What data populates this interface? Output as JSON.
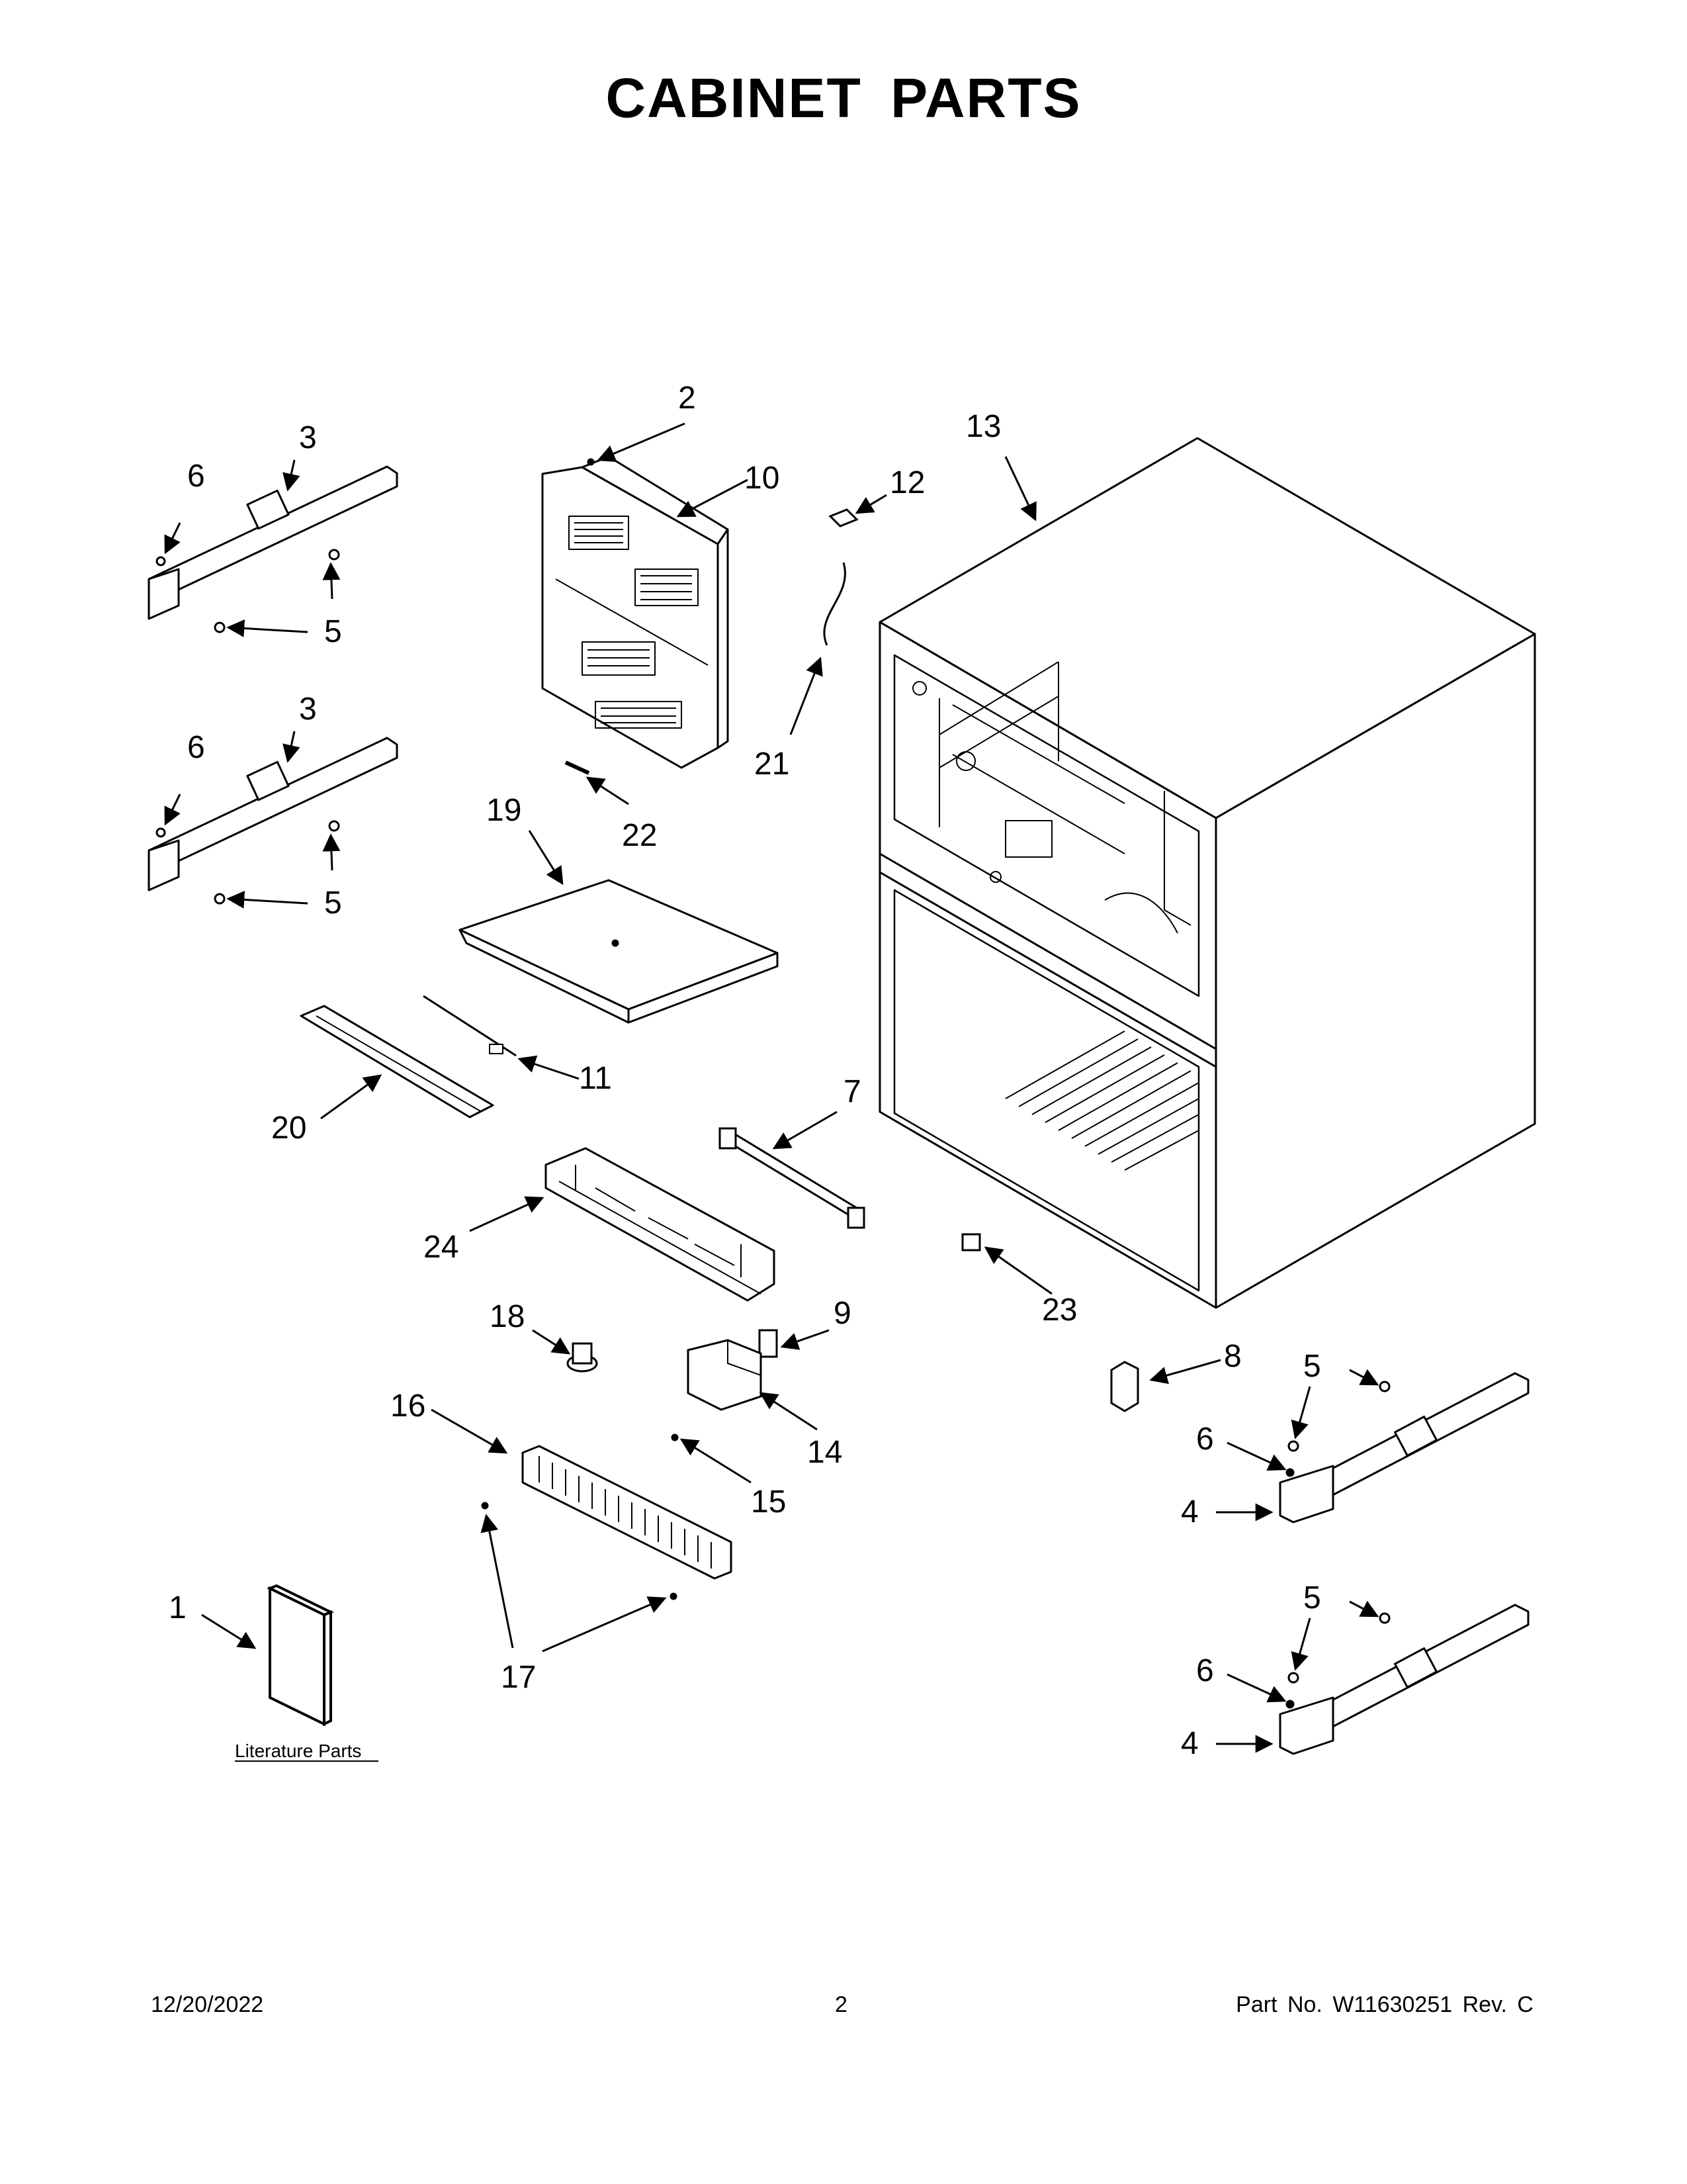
{
  "page": {
    "title": "CABINET PARTS"
  },
  "callouts": [
    "1",
    "2",
    "3",
    "4",
    "5",
    "6",
    "7",
    "8",
    "9",
    "10",
    "11",
    "12",
    "13",
    "14",
    "15",
    "16",
    "17",
    "18",
    "19",
    "20",
    "21",
    "22",
    "23",
    "24"
  ],
  "literature_label": "Literature Parts",
  "footer": {
    "date": "12/20/2022",
    "page_number": "2",
    "part_number": "Part No.  W11630251  Rev.  C"
  }
}
